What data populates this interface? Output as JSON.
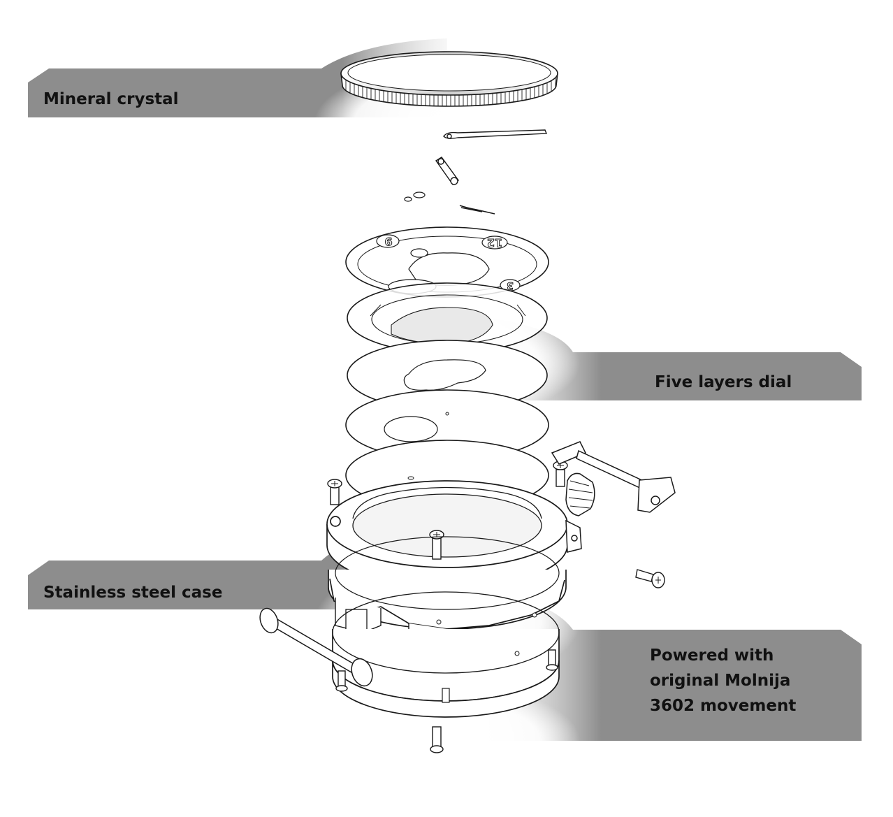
{
  "callouts": {
    "crystal": "Mineral crystal",
    "dial": "Five layers dial",
    "case": "Stainless steel case",
    "movement": [
      "Powered with",
      "original Molnija",
      "3602 movement"
    ]
  },
  "dial_numerals": [
    "9",
    "12",
    "3"
  ],
  "colors": {
    "callout_fill": "#8a8a8a",
    "line": "#1a1a1a",
    "part_fill": "#ffffff"
  }
}
